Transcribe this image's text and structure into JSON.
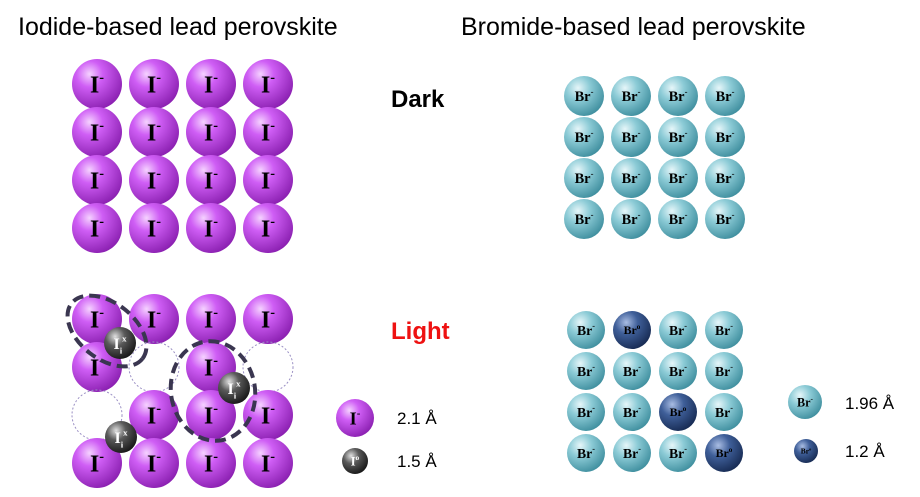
{
  "headers": {
    "iodide": "Iodide-based lead perovskite",
    "bromide": "Bromide-based lead perovskite"
  },
  "conditions": {
    "dark": "Dark",
    "light": "Light"
  },
  "ions": {
    "iodide": {
      "symbol": "I",
      "charge": "-"
    },
    "iodine_interstitial": {
      "symbol": "I",
      "sub": "i",
      "sup": "x"
    },
    "iodine_neutral": {
      "symbol": "I",
      "charge": "o"
    },
    "bromide": {
      "symbol": "Br",
      "charge": "-"
    },
    "bromine_neutral": {
      "symbol": "Br",
      "charge": "o"
    }
  },
  "legend_iodide": [
    {
      "ion": "iodide",
      "radius": "2.1 Å"
    },
    {
      "ion": "iodine_neutral",
      "radius": "1.5 Å"
    }
  ],
  "legend_bromide": [
    {
      "ion": "bromide",
      "radius": "1.96 Å"
    },
    {
      "ion": "bromine_neutral",
      "radius": "1.2 Å"
    }
  ],
  "colors": {
    "iodide": "#b53fe0",
    "iodine_neutral": "#4a4a4a",
    "bromide": "#7fc4d0",
    "bromine_neutral": "#3e5f96",
    "dark_label": "#000000",
    "light_label": "#ee1111",
    "dashed_outline": "#3a3650",
    "vacancy_outline": "#9a8fc4"
  },
  "lattices": {
    "iodide_dark": [
      [
        "I",
        "I",
        "I",
        "I"
      ],
      [
        "I",
        "I",
        "I",
        "I"
      ],
      [
        "I",
        "I",
        "I",
        "I"
      ],
      [
        "I",
        "I",
        "I",
        "I"
      ]
    ],
    "iodide_light": [
      [
        "I",
        "I",
        "I",
        "I"
      ],
      [
        "I",
        "V",
        "I",
        "V"
      ],
      [
        "V",
        "I",
        "I",
        "I"
      ],
      [
        "I",
        "I",
        "I",
        "I"
      ]
    ],
    "bromide_dark": [
      [
        "Br",
        "Br",
        "Br",
        "Br"
      ],
      [
        "Br",
        "Br",
        "Br",
        "Br"
      ],
      [
        "Br",
        "Br",
        "Br",
        "Br"
      ],
      [
        "Br",
        "Br",
        "Br",
        "Br"
      ]
    ],
    "bromide_light": [
      [
        "Br",
        "Br0",
        "Br",
        "Br"
      ],
      [
        "Br",
        "Br",
        "Br",
        "Br"
      ],
      [
        "Br",
        "Br",
        "Br0",
        "Br"
      ],
      [
        "Br",
        "Br",
        "Br",
        "Br0"
      ]
    ]
  }
}
